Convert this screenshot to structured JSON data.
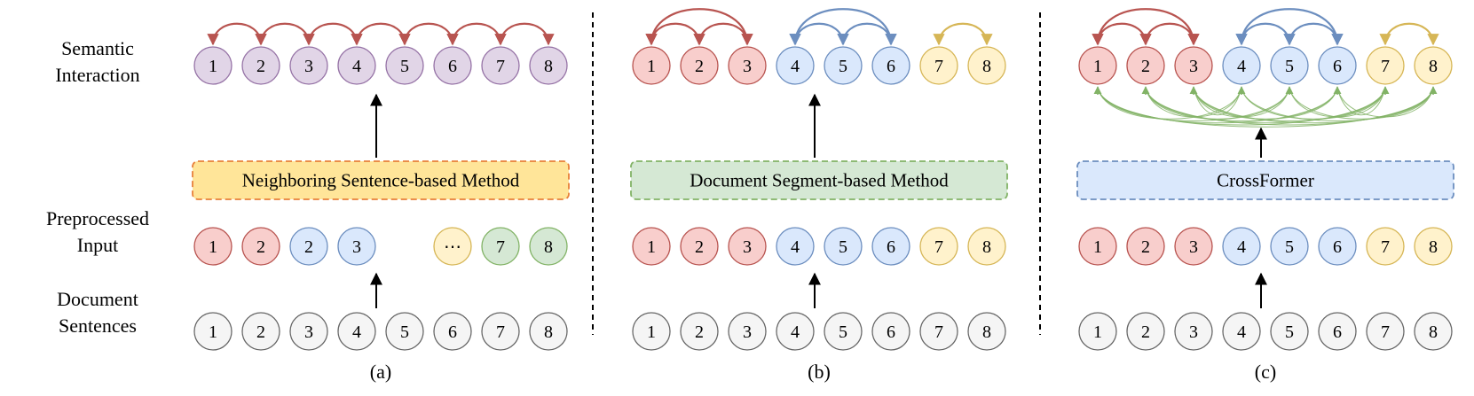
{
  "row_labels": {
    "semantic": [
      "Semantic",
      "Interaction"
    ],
    "preprocessed": [
      "Preprocessed",
      "Input"
    ],
    "document": [
      "Document",
      "Sentences"
    ]
  },
  "colors": {
    "red": {
      "fill": "#f8cecc",
      "stroke": "#b85450",
      "arc": "#b85450"
    },
    "blue": {
      "fill": "#dae8fc",
      "stroke": "#6c8ebf",
      "arc": "#6c8ebf"
    },
    "yellow": {
      "fill": "#fff2cc",
      "stroke": "#d6b656",
      "arc": "#d6b656"
    },
    "green": {
      "fill": "#d5e8d4",
      "stroke": "#82b366",
      "arc": "#82b366"
    },
    "purple": {
      "fill": "#e1d5e7",
      "stroke": "#9673a6",
      "arc": "#b85450"
    },
    "gray": {
      "fill": "#f5f5f5",
      "stroke": "#666666"
    }
  },
  "panels": [
    {
      "caption": "(a)",
      "method": {
        "label": "Neighboring Sentence-based Method",
        "fill": "#ffe599",
        "stroke": "#e8803a"
      },
      "semantic_nodes": [
        {
          "text": "1",
          "color": "purple"
        },
        {
          "text": "2",
          "color": "purple"
        },
        {
          "text": "3",
          "color": "purple"
        },
        {
          "text": "4",
          "color": "purple"
        },
        {
          "text": "5",
          "color": "purple"
        },
        {
          "text": "6",
          "color": "purple"
        },
        {
          "text": "7",
          "color": "purple"
        },
        {
          "text": "8",
          "color": "purple"
        }
      ],
      "arcs": [
        [
          0,
          1,
          "red"
        ],
        [
          1,
          2,
          "red"
        ],
        [
          2,
          3,
          "red"
        ],
        [
          3,
          4,
          "red"
        ],
        [
          4,
          5,
          "red"
        ],
        [
          5,
          6,
          "red"
        ],
        [
          6,
          7,
          "red"
        ]
      ],
      "cross_links": false,
      "preprocessed_nodes": [
        {
          "text": "1",
          "color": "red"
        },
        {
          "text": "2",
          "color": "red"
        },
        {
          "text": "2",
          "color": "blue"
        },
        {
          "text": "3",
          "color": "blue"
        },
        null,
        {
          "text": "⋯",
          "color": "yellow"
        },
        {
          "text": "7",
          "color": "green"
        },
        {
          "text": "8",
          "color": "green"
        }
      ],
      "document_nodes": [
        "1",
        "2",
        "3",
        "4",
        "5",
        "6",
        "7",
        "8"
      ]
    },
    {
      "caption": "(b)",
      "method": {
        "label": "Document Segment-based Method",
        "fill": "#d5e8d4",
        "stroke": "#82b366"
      },
      "semantic_nodes": [
        {
          "text": "1",
          "color": "red"
        },
        {
          "text": "2",
          "color": "red"
        },
        {
          "text": "3",
          "color": "red"
        },
        {
          "text": "4",
          "color": "blue"
        },
        {
          "text": "5",
          "color": "blue"
        },
        {
          "text": "6",
          "color": "blue"
        },
        {
          "text": "7",
          "color": "yellow"
        },
        {
          "text": "8",
          "color": "yellow"
        }
      ],
      "arcs": [
        [
          0,
          1,
          "red"
        ],
        [
          0,
          2,
          "red"
        ],
        [
          1,
          2,
          "red"
        ],
        [
          3,
          4,
          "blue"
        ],
        [
          3,
          5,
          "blue"
        ],
        [
          4,
          5,
          "blue"
        ],
        [
          6,
          7,
          "yellow"
        ]
      ],
      "cross_links": false,
      "preprocessed_nodes": [
        {
          "text": "1",
          "color": "red"
        },
        {
          "text": "2",
          "color": "red"
        },
        {
          "text": "3",
          "color": "red"
        },
        {
          "text": "4",
          "color": "blue"
        },
        {
          "text": "5",
          "color": "blue"
        },
        {
          "text": "6",
          "color": "blue"
        },
        {
          "text": "7",
          "color": "yellow"
        },
        {
          "text": "8",
          "color": "yellow"
        }
      ],
      "document_nodes": [
        "1",
        "2",
        "3",
        "4",
        "5",
        "6",
        "7",
        "8"
      ]
    },
    {
      "caption": "(c)",
      "method": {
        "label": "CrossFormer",
        "fill": "#dae8fc",
        "stroke": "#6c8ebf"
      },
      "semantic_nodes": [
        {
          "text": "1",
          "color": "red"
        },
        {
          "text": "2",
          "color": "red"
        },
        {
          "text": "3",
          "color": "red"
        },
        {
          "text": "4",
          "color": "blue"
        },
        {
          "text": "5",
          "color": "blue"
        },
        {
          "text": "6",
          "color": "blue"
        },
        {
          "text": "7",
          "color": "yellow"
        },
        {
          "text": "8",
          "color": "yellow"
        }
      ],
      "arcs": [
        [
          0,
          1,
          "red"
        ],
        [
          0,
          2,
          "red"
        ],
        [
          1,
          2,
          "red"
        ],
        [
          3,
          4,
          "blue"
        ],
        [
          3,
          5,
          "blue"
        ],
        [
          4,
          5,
          "blue"
        ],
        [
          6,
          7,
          "yellow"
        ]
      ],
      "cross_links": true,
      "preprocessed_nodes": [
        {
          "text": "1",
          "color": "red"
        },
        {
          "text": "2",
          "color": "red"
        },
        {
          "text": "3",
          "color": "red"
        },
        {
          "text": "4",
          "color": "blue"
        },
        {
          "text": "5",
          "color": "blue"
        },
        {
          "text": "6",
          "color": "blue"
        },
        {
          "text": "7",
          "color": "yellow"
        },
        {
          "text": "8",
          "color": "yellow"
        }
      ],
      "document_nodes": [
        "1",
        "2",
        "3",
        "4",
        "5",
        "6",
        "7",
        "8"
      ]
    }
  ]
}
